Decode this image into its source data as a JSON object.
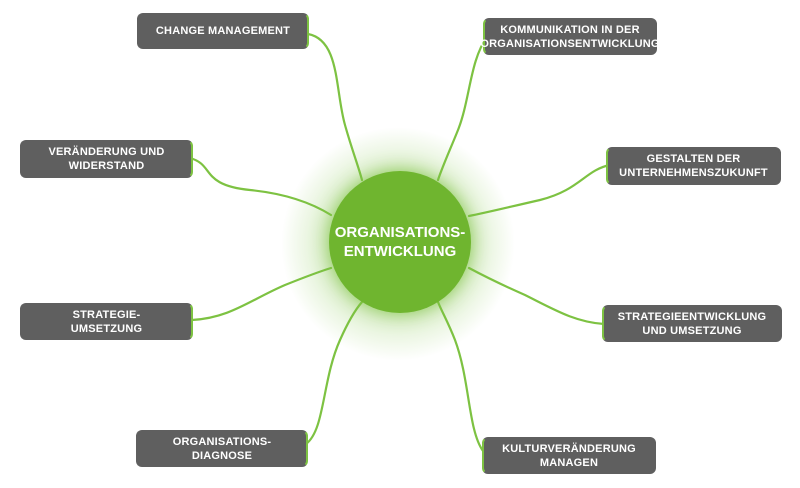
{
  "accent_color": "#7dc242",
  "box_color": "#5f5f5f",
  "hub": {
    "line1": "ORGANISATIONS-",
    "line2": "ENTWICKLUNG"
  },
  "nodes": {
    "change_management": {
      "line1": "CHANGE MANAGEMENT"
    },
    "kommunikation": {
      "line1": "KOMMUNIKATION IN DER",
      "line2": "ORGANISATIONSENTWICKLUNG"
    },
    "veraenderung": {
      "line1": "VERÄNDERUNG UND",
      "line2": "WIDERSTAND"
    },
    "gestalten": {
      "line1": "GESTALTEN DER",
      "line2": "UNTERNEHMENSZUKUNFT"
    },
    "strategie_umsetzung": {
      "line1": "STRATEGIE-",
      "line2": "UMSETZUNG"
    },
    "strategieentwicklung": {
      "line1": "STRATEGIEENTWICKLUNG",
      "line2": "UND UMSETZUNG"
    },
    "diagnose": {
      "line1": "ORGANISATIONS-",
      "line2": "DIAGNOSE"
    },
    "kultur": {
      "line1": "KULTURVERÄNDERUNG",
      "line2": "MANAGEN"
    }
  }
}
